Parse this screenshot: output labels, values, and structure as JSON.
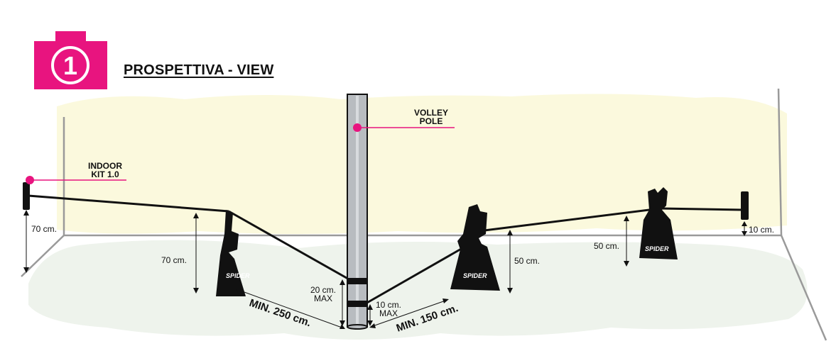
{
  "header": {
    "step_number": "1",
    "title": "PROSPETTIVA - VIEW"
  },
  "callouts": {
    "volley_pole": [
      "VOLLEY",
      "POLE"
    ],
    "indoor_kit": [
      "INDOOR",
      "KIT 1.0"
    ]
  },
  "measurements": {
    "left_post_height": "70 cm.",
    "left_stand_height": "70 cm.",
    "pole_upper_band": [
      "20 cm.",
      "MAX"
    ],
    "pole_lower_band": [
      "10 cm.",
      "MAX"
    ],
    "left_distance": "MIN. 250 cm.",
    "right_distance": "MIN. 150 cm.",
    "right_stand_height": "50 cm.",
    "far_stand_height": "50 cm.",
    "right_post_height": "10 cm."
  },
  "brand": {
    "stand_logo": "SPIDER"
  },
  "colors": {
    "accent_magenta": "#e8147f",
    "wall_tint": "#fbf9dd",
    "floor_tint": "#eef3ec",
    "pole_grey": "#b8bcc0",
    "ink": "#111111"
  }
}
